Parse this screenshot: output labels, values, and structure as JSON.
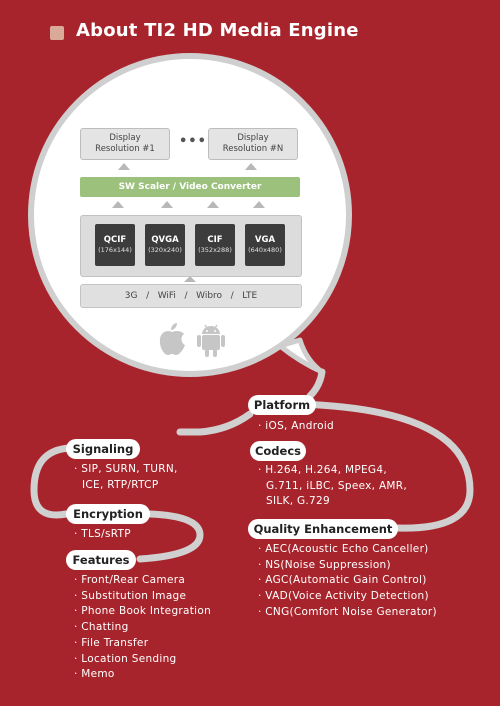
{
  "title": "About TI2 HD Media Engine",
  "colors": {
    "background": "#a8242c",
    "scaler": "#9bc17c",
    "resolution_box": "#3c3c3c"
  },
  "diagram": {
    "display_1": [
      "Display",
      "Resolution #1"
    ],
    "display_n": [
      "Display",
      "Resolution #N"
    ],
    "dots": "•••",
    "scaler": "SW Scaler / Video Converter",
    "resolutions": [
      {
        "name": "QCIF",
        "size": "(176x144)"
      },
      {
        "name": "QVGA",
        "size": "(320x240)"
      },
      {
        "name": "CIF",
        "size": "(352x288)"
      },
      {
        "name": "VGA",
        "size": "(640x480)"
      }
    ],
    "networks": "3G   /   WiFi   /   Wibro   /   LTE",
    "platform_icons": [
      "apple-icon",
      "android-icon"
    ]
  },
  "sections": {
    "platform": {
      "label": "Platform",
      "items": [
        "iOS, Android"
      ]
    },
    "codecs": {
      "label": "Codecs",
      "lines": [
        "· H.264, H.264, MPEG4,",
        "G.711, iLBC, Speex, AMR,",
        "SILK, G.729"
      ]
    },
    "quality": {
      "label": "Quality Enhancement",
      "items": [
        "AEC(Acoustic Echo Canceller)",
        "NS(Noise Suppression)",
        "AGC(Automatic Gain Control)",
        "VAD(Voice Activity Detection)",
        "CNG(Comfort Noise Generator)"
      ]
    },
    "signaling": {
      "label": "Signaling",
      "lines": [
        "· SIP, SURN, TURN,",
        "ICE, RTP/RTCP"
      ]
    },
    "encryption": {
      "label": "Encryption",
      "items": [
        "TLS/sRTP"
      ]
    },
    "features": {
      "label": "Features",
      "items": [
        "Front/Rear Camera",
        "Substitution Image",
        "Phone Book Integration",
        "Chatting",
        "File Transfer",
        "Location Sending",
        "Memo"
      ]
    }
  }
}
